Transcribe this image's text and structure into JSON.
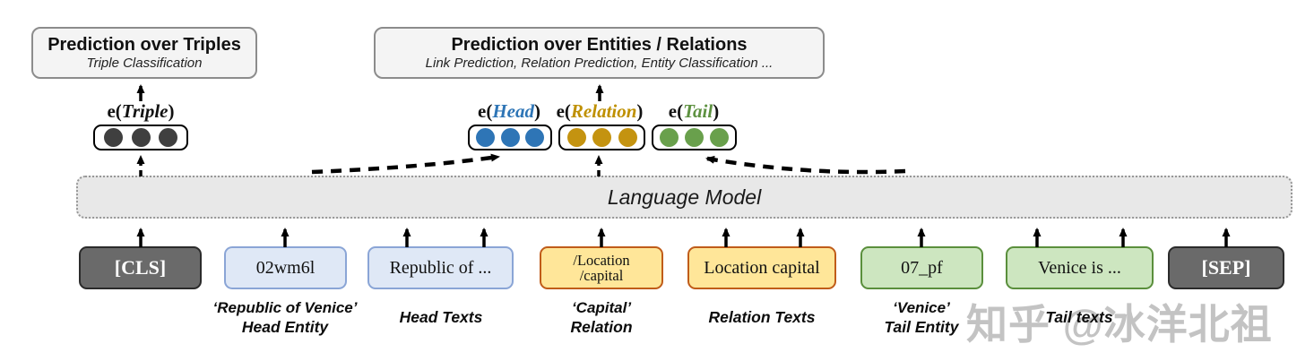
{
  "pred_triples": {
    "title": "Prediction over Triples",
    "subtitle": "Triple Classification"
  },
  "pred_entities": {
    "title": "Prediction over Entities / Relations",
    "subtitle": "Link Prediction, Relation Prediction, Entity Classification ..."
  },
  "language_model": {
    "label": "Language Model"
  },
  "embeddings": {
    "triple": {
      "prefix": "e(",
      "name": "Triple",
      "suffix": ")",
      "color": "#3f3f3f",
      "text_color": "#111111"
    },
    "head": {
      "prefix": "e(",
      "name": "Head",
      "suffix": ")",
      "color": "#2e75b6",
      "text_color": "#2e75b6"
    },
    "relation": {
      "prefix": "e(",
      "name": "Relation",
      "suffix": ")",
      "color": "#c49310",
      "text_color": "#bf9000"
    },
    "tail": {
      "prefix": "e(",
      "name": "Tail",
      "suffix": ")",
      "color": "#69a04c",
      "text_color": "#5d9140"
    }
  },
  "tokens": [
    {
      "label": "[CLS]"
    },
    {
      "label": "02wm6l"
    },
    {
      "label": "Republic of ..."
    },
    {
      "line1": "/Location",
      "line2": "/capital"
    },
    {
      "label": "Location capital"
    },
    {
      "label": "07_pf"
    },
    {
      "label": "Venice is ..."
    },
    {
      "label": "[SEP]"
    }
  ],
  "captions": [
    {
      "line1": "‘Republic of Venice’",
      "line2": "Head Entity"
    },
    {
      "line2": "Head Texts"
    },
    {
      "line1": "‘Capital’",
      "line2": "Relation"
    },
    {
      "line2": "Relation Texts"
    },
    {
      "line1": "‘Venice’",
      "line2": "Tail Entity"
    },
    {
      "line2": "Tail texts"
    }
  ],
  "watermark": {
    "text": "知乎 @冰洋北祖"
  },
  "colors": {
    "special_fill": "#6a6a6a",
    "special_border": "#2b2b2b",
    "special_text": "#ffffff",
    "head_fill": "#dfe8f6",
    "head_border": "#8aa5d6",
    "relation_fill": "#ffe699",
    "relation_border": "#c05c19",
    "tail_fill": "#cde6c0",
    "tail_border": "#5a8f3c",
    "predbox_fill": "#f4f4f4",
    "predbox_border": "#8c8c8c",
    "lm_fill": "#e8e8e8",
    "lm_border": "#979797",
    "arrow": "#000000"
  }
}
